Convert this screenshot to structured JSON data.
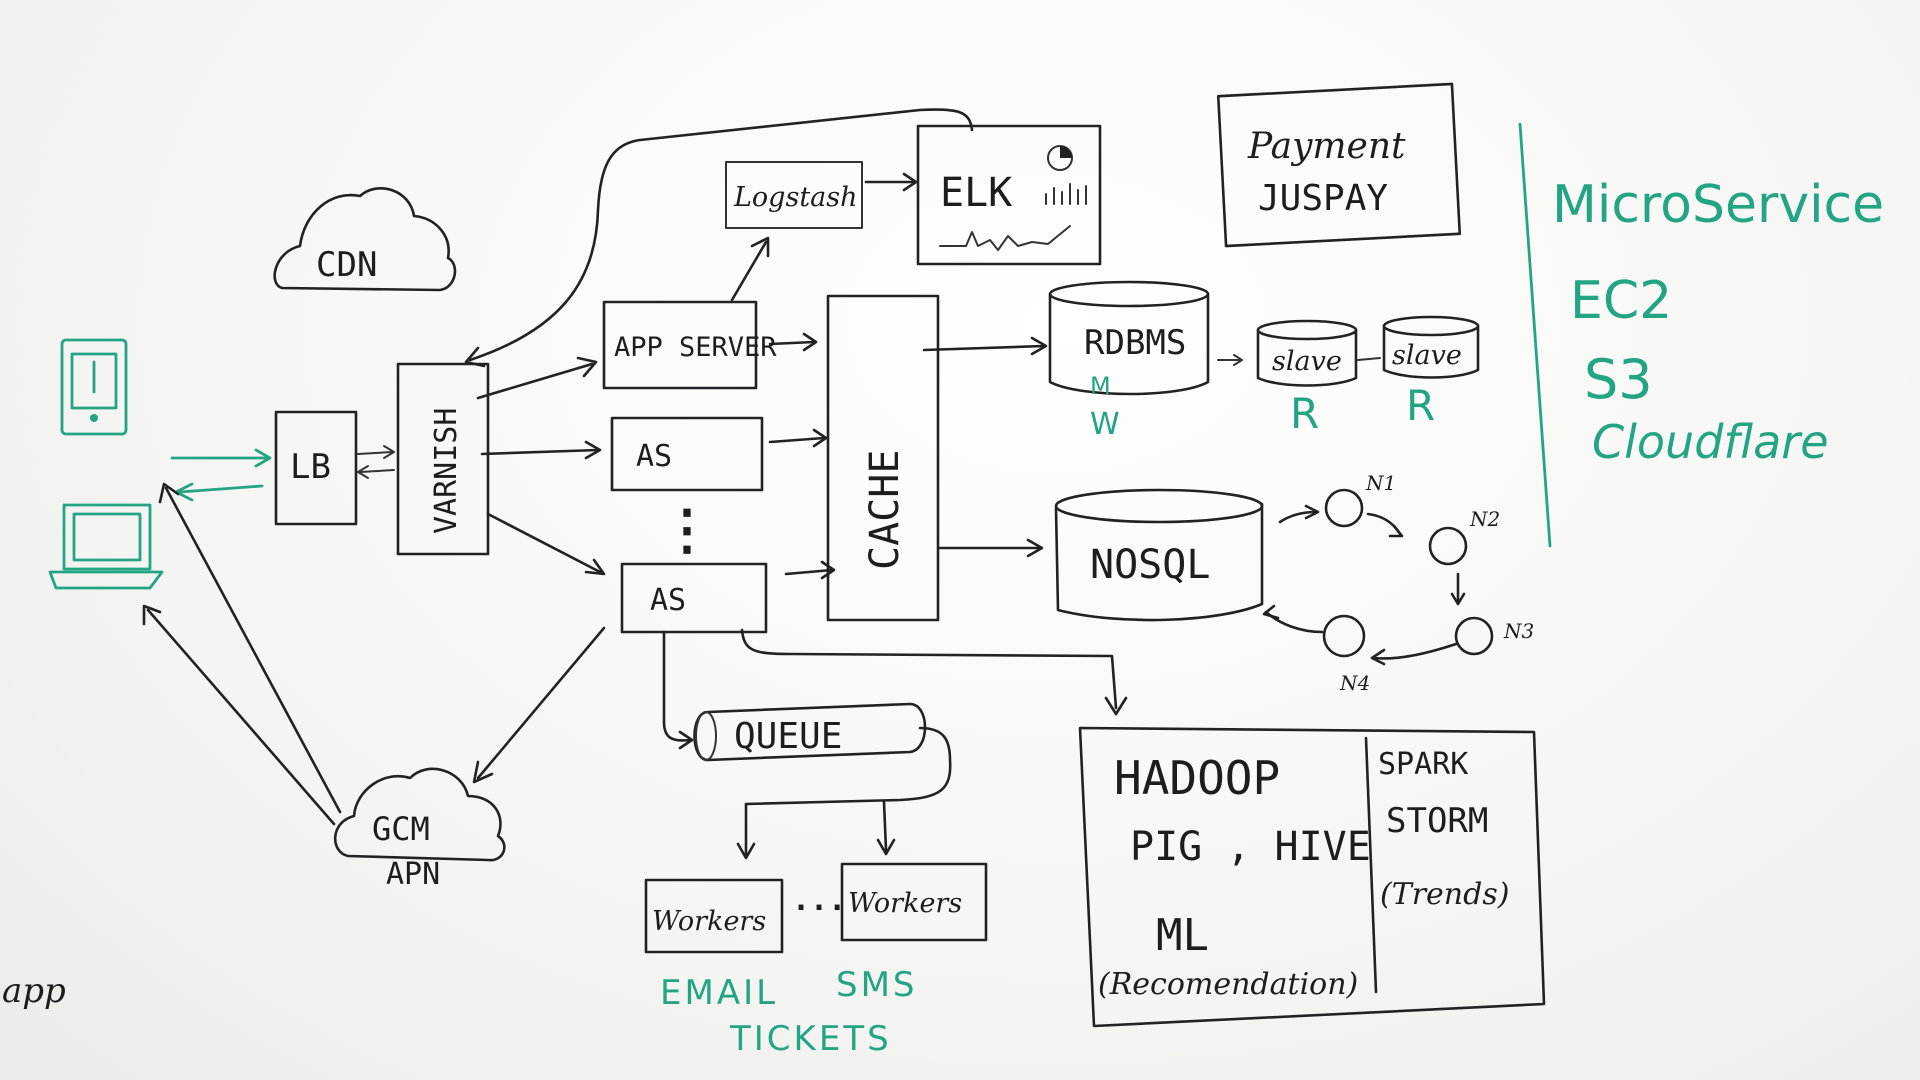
{
  "nodes": {
    "cdn": "CDN",
    "lb": "LB",
    "varnish": "VARNISH",
    "app_server": "APP SERVER",
    "as1": "AS",
    "as_dots": "⋮",
    "as2": "AS",
    "cache": "CACHE",
    "logstash": "Logstash",
    "elk": "ELK",
    "payment_line1": "Payment",
    "payment_line2": "JUSPAY",
    "rdbms": "RDBMS",
    "rdbms_m": "M",
    "rdbms_w": "W",
    "slave1": "slave",
    "slave2": "slave",
    "slave1_r": "R",
    "slave2_r": "R",
    "nosql": "NOSQL",
    "n1": "N1",
    "n2": "N2",
    "n3": "N3",
    "n4": "N4",
    "queue": "QUEUE",
    "workers1": "Workers",
    "workers_dots": "...",
    "workers2": "Workers",
    "gcm": "GCM",
    "apn": "APN",
    "hadoop": "HADOOP",
    "pig_hive": "PIG , HIVE",
    "ml": "ML",
    "recommendation": "(Recomendation)",
    "spark": "SPARK",
    "storm": "STORM",
    "trends": "(Trends)",
    "left_edge": "app"
  },
  "worker_tasks": {
    "email": "EMAIL",
    "sms": "SMS",
    "tickets": "TICKETS"
  },
  "side_notes": [
    "MicroService",
    "EC2",
    "S3",
    "Cloudflare"
  ],
  "colors": {
    "ink": "#222222",
    "marker_green": "#23a584",
    "board": "#f7f7f5"
  }
}
